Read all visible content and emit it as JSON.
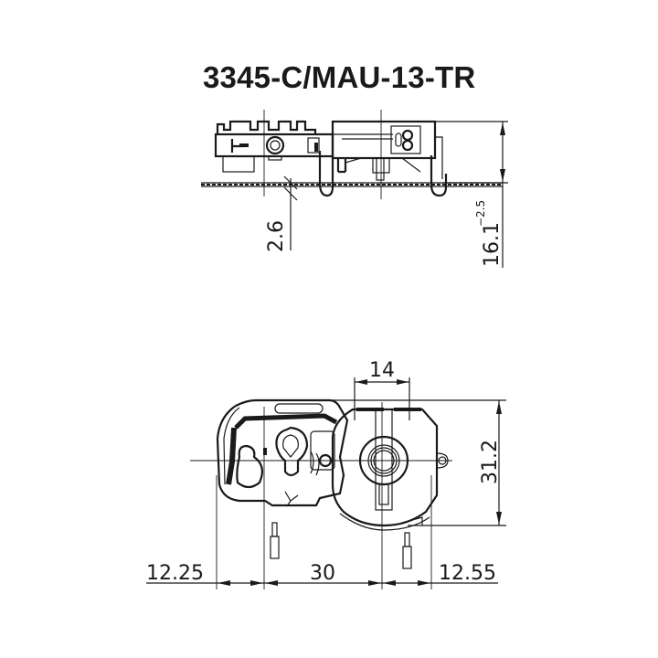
{
  "title": "3345-C/MAU-13-TR",
  "side_view": {
    "dimensions": {
      "board_thickness": "2.6",
      "height_value": "16.1",
      "height_tolerance": "−2.5"
    }
  },
  "top_view": {
    "dimensions": {
      "lamp_pin_spacing": "14",
      "height": "31.2",
      "left_offset": "12.25",
      "pin_pitch": "30",
      "right_offset": "12.55"
    }
  },
  "colors": {
    "line": "#1a1a1a",
    "background": "#ffffff"
  }
}
